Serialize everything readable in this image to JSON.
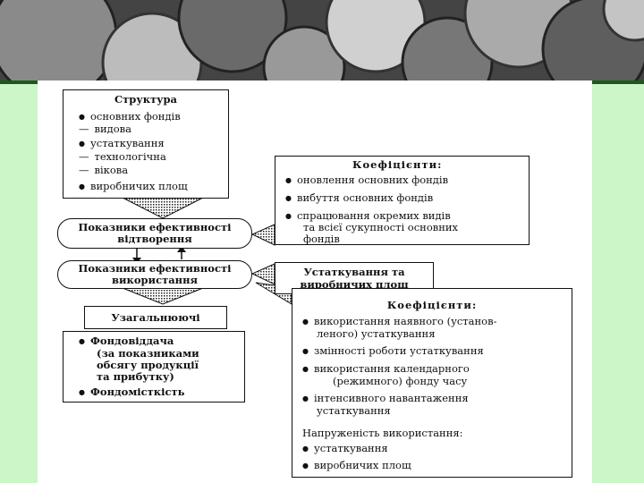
{
  "structure": {
    "title": "Структура",
    "items": [
      {
        "kind": "dot",
        "text": "основних фондів"
      },
      {
        "kind": "dash",
        "text": "видова"
      },
      {
        "kind": "dot",
        "text": "устаткування"
      },
      {
        "kind": "dash",
        "text": "технологічна"
      },
      {
        "kind": "dash",
        "text": "вікова"
      },
      {
        "kind": "dot",
        "text": "виробничих площ"
      }
    ]
  },
  "coef_reproduction": {
    "title": "Коефіцієнти:",
    "items": [
      "оновлення основних фондів",
      "вибуття основних фондів",
      "спрацювання окремих видів",
      "та всієї сукупності основних",
      "фондів"
    ]
  },
  "reproduction_box": [
    "Показники ефективності",
    "відтворення"
  ],
  "usage_box": [
    "Показники ефективності",
    "використання"
  ],
  "equipment_box": [
    "Устаткування та",
    "виробничих площ"
  ],
  "generalizing": {
    "title": "Узагальнюючі",
    "lines": [
      "Фондовіддача",
      "(за показниками",
      "обсягу продукції",
      "та прибутку)",
      "Фондомісткість"
    ]
  },
  "coef_usage": {
    "title": "Коефіцієнти:",
    "lines": [
      "використання наявного (установ-",
      "леного) устаткування",
      "змінності роботи устаткування",
      "використання календарного",
      "(режимного) фонду часу",
      "інтенсивного навантаження",
      "устаткування"
    ],
    "tension_title": "Напруженість використання:",
    "tension_items": [
      "устаткування",
      "виробничих площ"
    ]
  }
}
